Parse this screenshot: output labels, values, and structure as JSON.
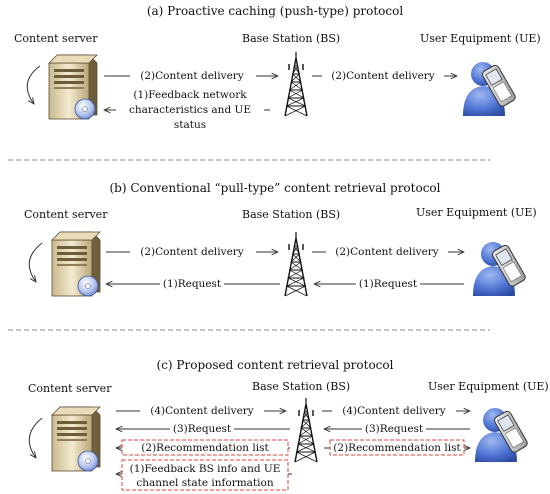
{
  "panel_a": {
    "title": "(a) Proactive caching (push-type) protocol",
    "server_label": "Content server",
    "bs_label": "Base Station (BS)",
    "ue_label": "User Equipment (UE)",
    "msg_delivery_left": "(2)Content delivery",
    "msg_feedback_1": "(1)Feedback network",
    "msg_feedback_2": "characteristics and UE",
    "msg_feedback_3": "status",
    "msg_delivery_right": "(2)Content delivery"
  },
  "panel_b": {
    "title": "(b) Conventional “pull-type” content retrieval protocol",
    "server_label": "Content server",
    "bs_label": "Base Station (BS)",
    "ue_label": "User Equipment (UE)",
    "msg_delivery_left": "(2)Content delivery",
    "msg_delivery_right": "(2)Content delivery",
    "msg_request_left": "(1)Request",
    "msg_request_right": "(1)Request"
  },
  "panel_c": {
    "title": "(c) Proposed content retrieval protocol",
    "server_label": "Content server",
    "bs_label": "Base Station (BS)",
    "ue_label": "User Equipment (UE)",
    "msg_delivery_left": "(4)Content delivery",
    "msg_delivery_right": "(4)Content delivery",
    "msg_request_left": "(3)Request",
    "msg_request_right": "(3)Request",
    "msg_reco_left": "(2)Recommendation list",
    "msg_reco_right": "(2)Recommendation list",
    "msg_feedback_1": "(1)Feedback BS info and UE",
    "msg_feedback_2": "channel state information"
  },
  "colors": {
    "arrow": "#333333",
    "dashed_box": "#e0453a",
    "divider": "#888888"
  }
}
